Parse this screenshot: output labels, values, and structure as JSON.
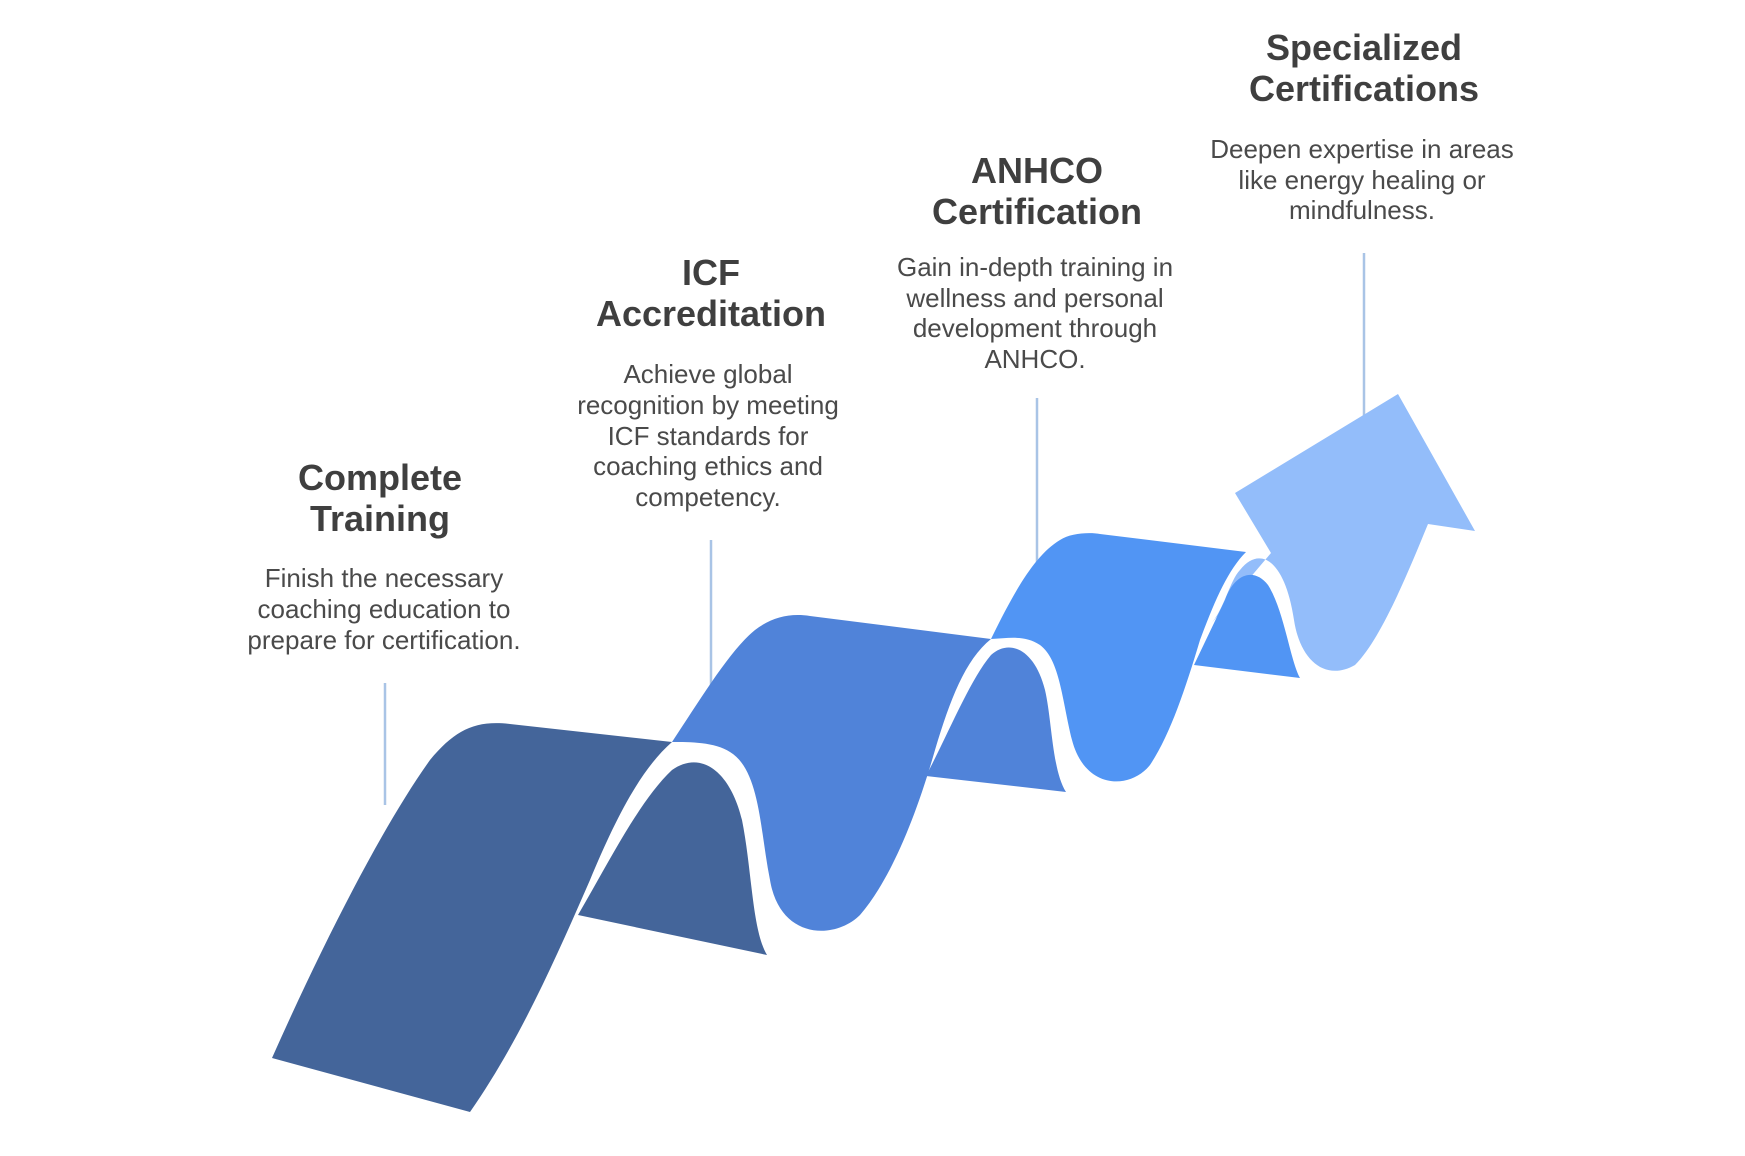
{
  "colors": {
    "step1": "#44659a",
    "step2": "#5083d9",
    "step3": "#5195f4",
    "step4": "#93bdfa",
    "connector": "#a9c4e6",
    "text": "#3f3f3f"
  },
  "steps": [
    {
      "title_lines": [
        "Complete",
        "Training"
      ],
      "desc_lines": [
        "Finish the necessary",
        "coaching education to",
        "prepare for certification."
      ]
    },
    {
      "title_lines": [
        "ICF",
        "Accreditation"
      ],
      "desc_lines": [
        "Achieve global",
        "recognition by meeting",
        "ICF standards for",
        "coaching ethics and",
        "competency."
      ]
    },
    {
      "title_lines": [
        "ANHCO",
        "Certification"
      ],
      "desc_lines": [
        "Gain in-depth training in",
        "wellness and personal",
        "development through",
        "ANHCO."
      ]
    },
    {
      "title_lines": [
        "Specialized",
        "Certifications"
      ],
      "desc_lines": [
        "Deepen expertise in areas",
        "like energy healing or",
        "mindfulness."
      ]
    }
  ]
}
